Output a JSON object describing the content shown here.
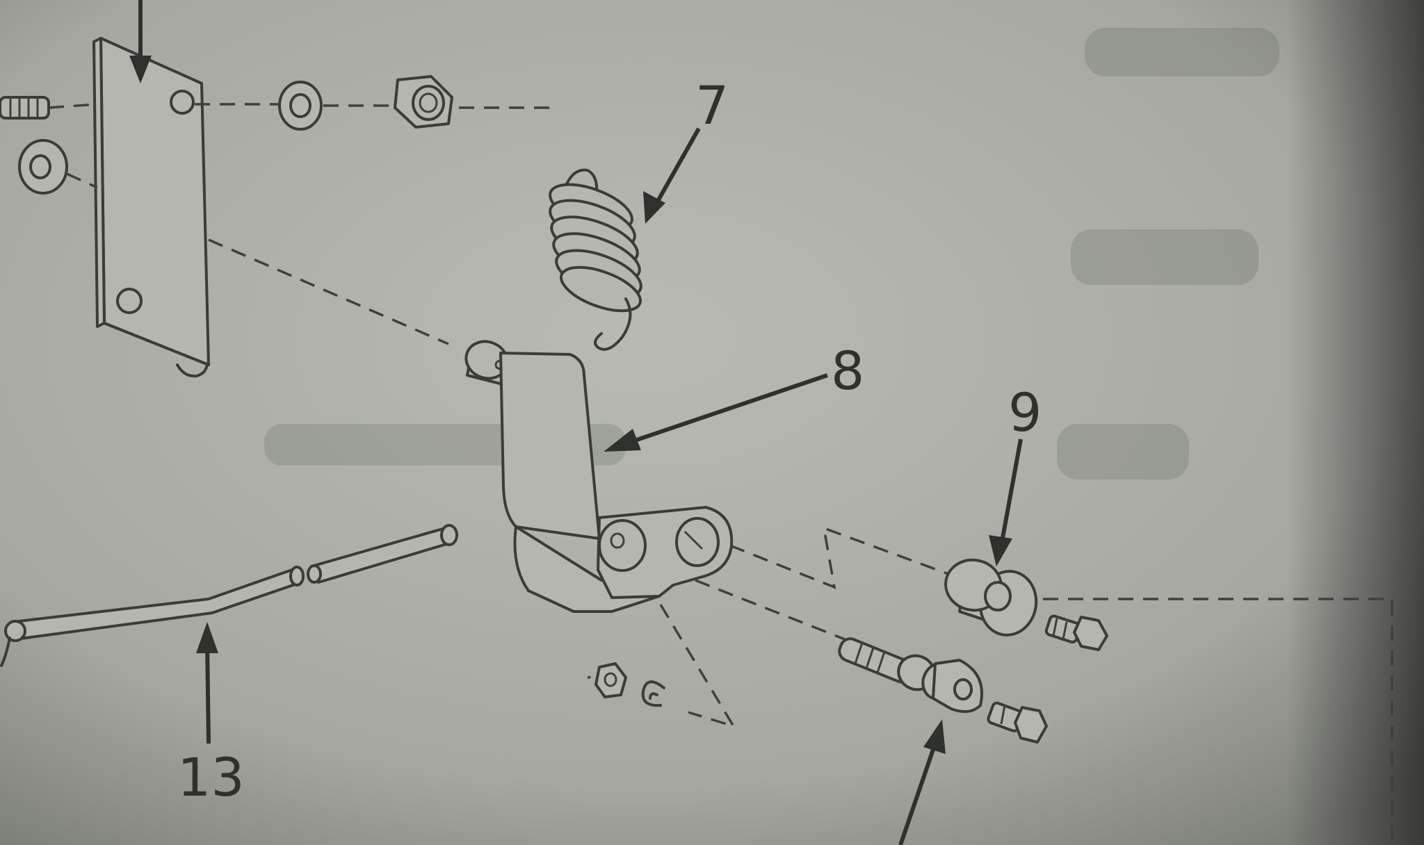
{
  "figure": {
    "callouts": [
      {
        "id": "7",
        "text": "7"
      },
      {
        "id": "8",
        "text": "8"
      },
      {
        "id": "9",
        "text": "9"
      },
      {
        "id": "13",
        "text": "13"
      }
    ]
  }
}
